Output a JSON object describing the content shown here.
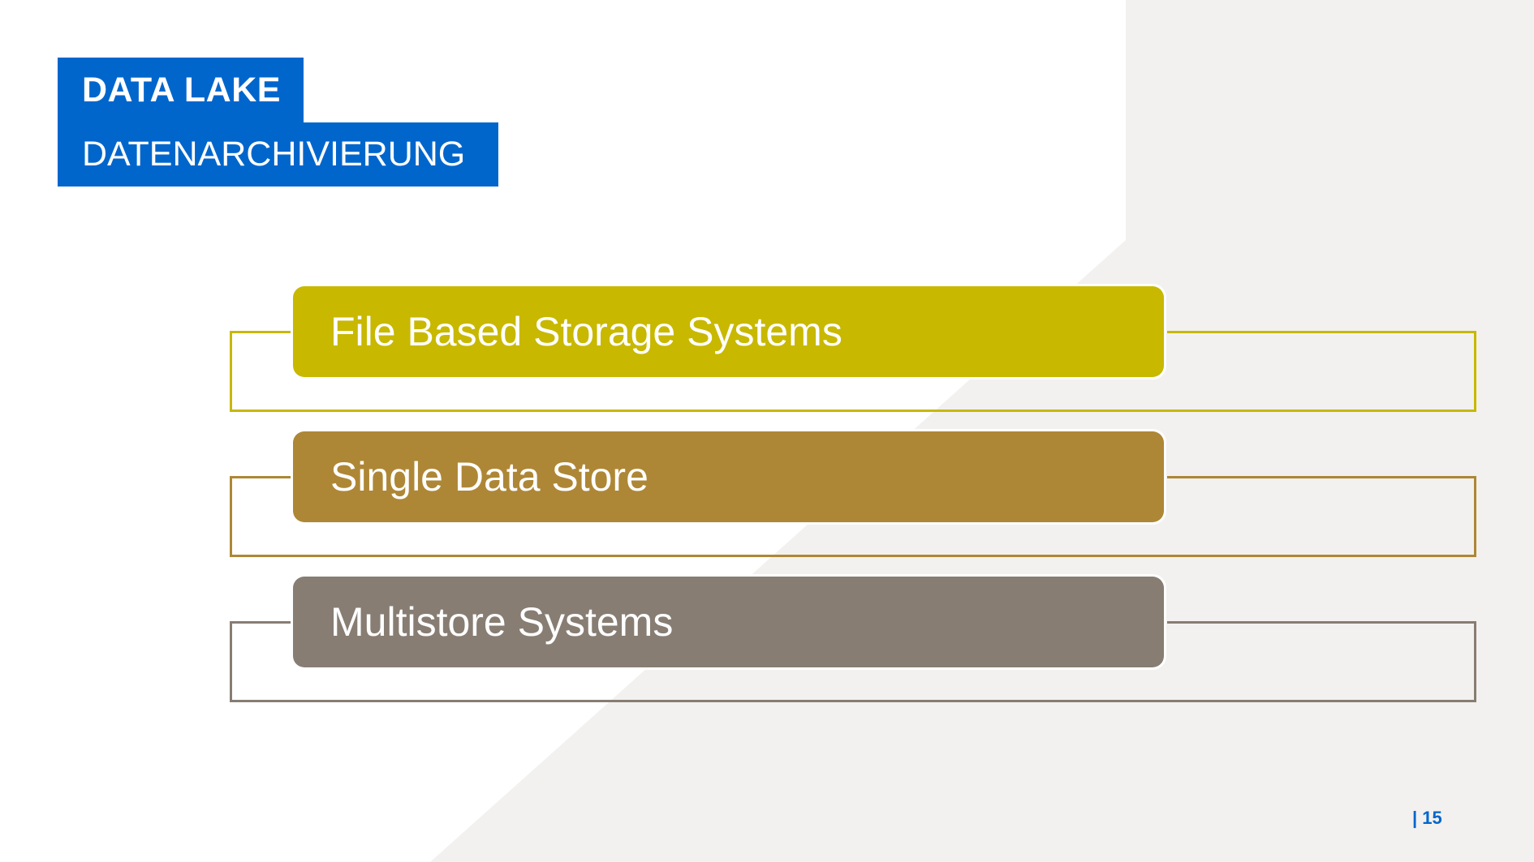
{
  "header": {
    "title": "DATA LAKE",
    "subtitle": "DATENARCHIVIERUNG"
  },
  "items": [
    {
      "label": "File Based Storage Systems",
      "color": "#C8B800"
    },
    {
      "label": "Single Data Store",
      "color": "#AE8736"
    },
    {
      "label": "Multistore Systems",
      "color": "#877D73"
    }
  ],
  "footer": {
    "page_number": "| 15"
  },
  "colors": {
    "brand": "#0066CC",
    "background_shape": "#F2F1EF"
  }
}
